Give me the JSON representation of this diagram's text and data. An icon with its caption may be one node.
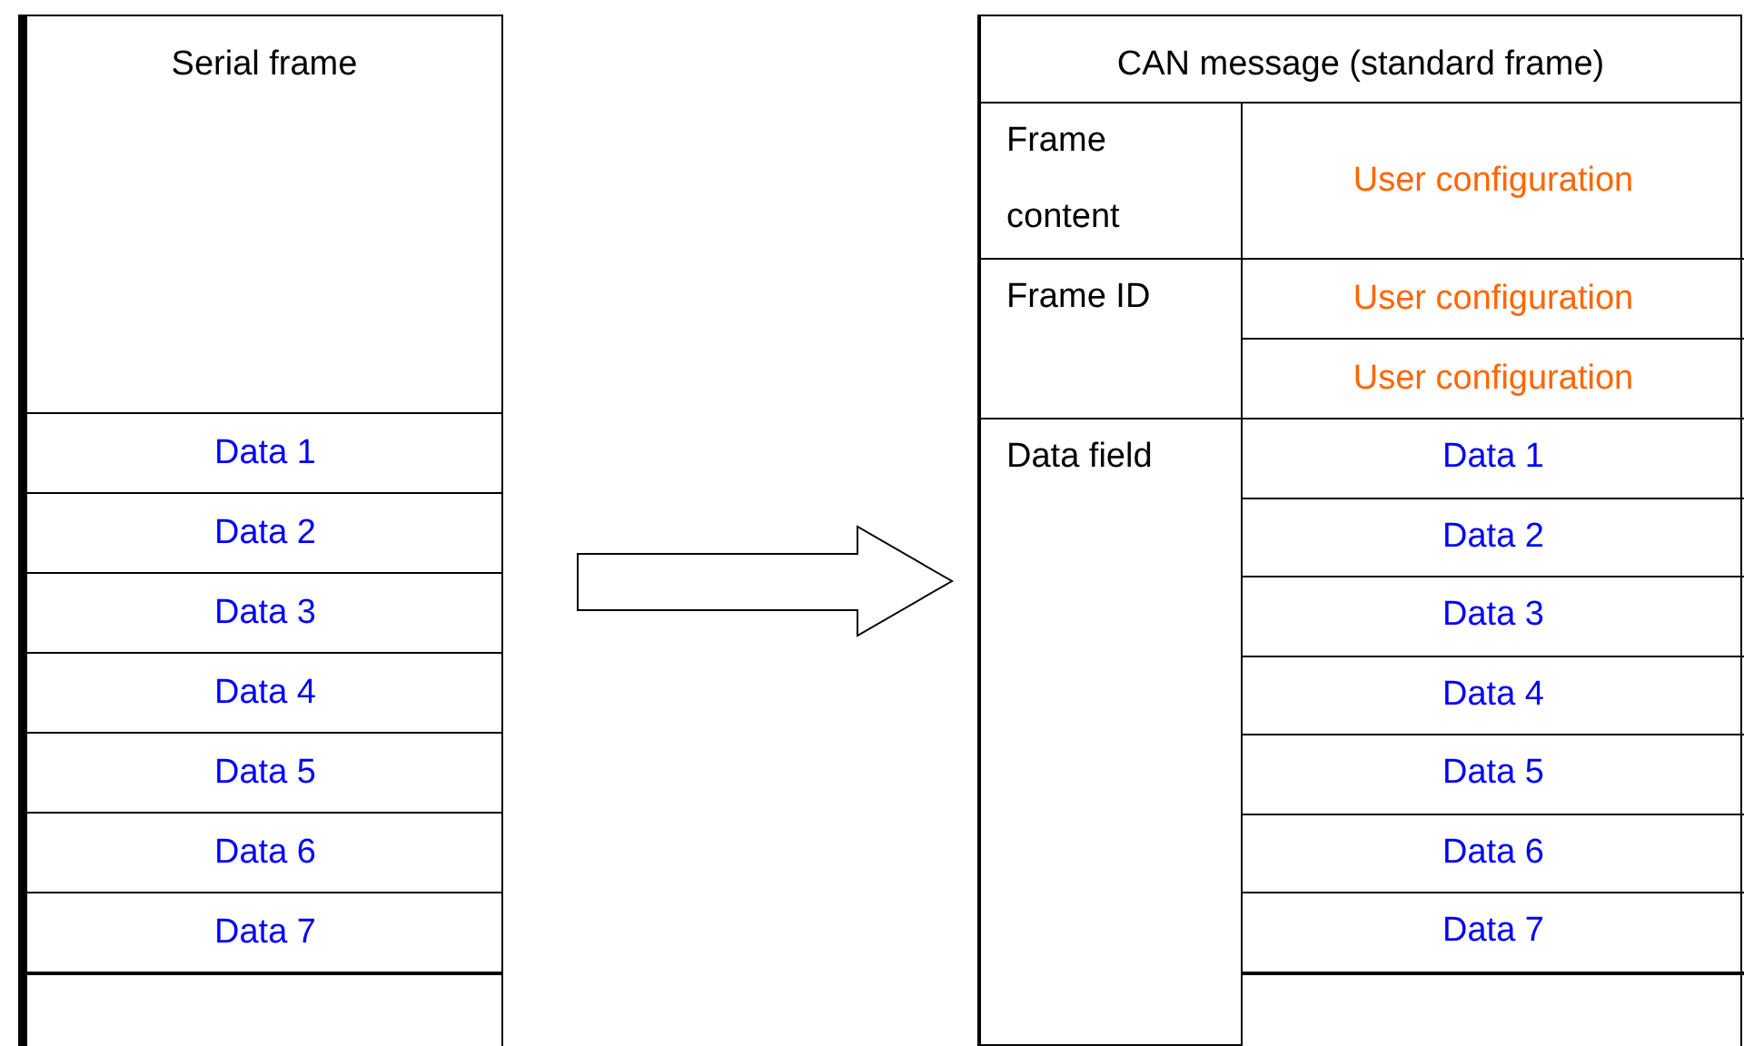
{
  "diagram": {
    "nodes": [
      {
        "text": [
          "Serial frame"
        ]
      },
      {
        "text": [
          "Data 1"
        ],
        "in": 0
      },
      {
        "text": [
          "Data 2"
        ],
        "in": 0
      },
      {
        "text": [
          "Data 3"
        ],
        "in": 0
      },
      {
        "text": [
          "Data 4"
        ],
        "in": 0
      },
      {
        "text": [
          "Data 5"
        ],
        "in": 0
      },
      {
        "text": [
          "Data 6"
        ],
        "in": 0
      },
      {
        "text": [
          "Data 7"
        ],
        "in": 0
      },
      {
        "text": [],
        "shape": "box",
        "in": 0
      },
      {
        "text": [
          "CAN message (standard frame)"
        ]
      },
      {
        "text": [
          "Frame content"
        ],
        "in": 9
      },
      {
        "text": [
          "User configuration"
        ],
        "in": 9
      },
      {
        "text": [
          "Frame ID"
        ],
        "in": 9
      },
      {
        "text": [
          "User configuration"
        ],
        "in": 9
      },
      {
        "text": [
          "User configuration"
        ],
        "in": 9
      },
      {
        "text": [
          "Data field"
        ],
        "in": 9
      },
      {
        "text": [
          "Data 1"
        ],
        "in": 9
      },
      {
        "text": [
          "Data 2"
        ],
        "in": 9
      },
      {
        "text": [
          "Data 3"
        ],
        "in": 9
      },
      {
        "text": [
          "Data 4"
        ],
        "in": 9
      },
      {
        "text": [
          "Data 5"
        ],
        "in": 9
      },
      {
        "text": [
          "Data 6"
        ],
        "in": 9
      },
      {
        "text": [
          "Data 7"
        ],
        "in": 9
      },
      {
        "text": [],
        "shape": "box",
        "in": 9
      }
    ],
    "edges": [
      {
        "from": 0,
        "to": 9,
        "arrow": "to"
      }
    ]
  }
}
